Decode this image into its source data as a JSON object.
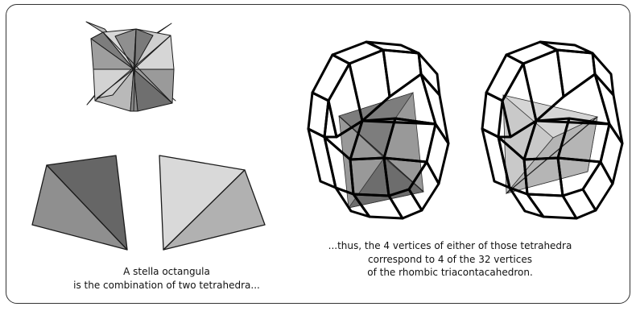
{
  "captions": {
    "left": [
      "A stella octangula",
      "is the combination of two tetrahedra..."
    ],
    "right": [
      "...thus, the 4 vertices of either of those tetrahedra",
      "correspond to 4 of the 32 vertices",
      "of the rhombic triacontacahedron."
    ]
  },
  "colors": {
    "light_gray": "#d9d9d9",
    "mid_gray": "#b1b1b1",
    "dark_gray": "#7a7a7a",
    "darkest_gray": "#6a6a6a",
    "outline": "#111111"
  }
}
